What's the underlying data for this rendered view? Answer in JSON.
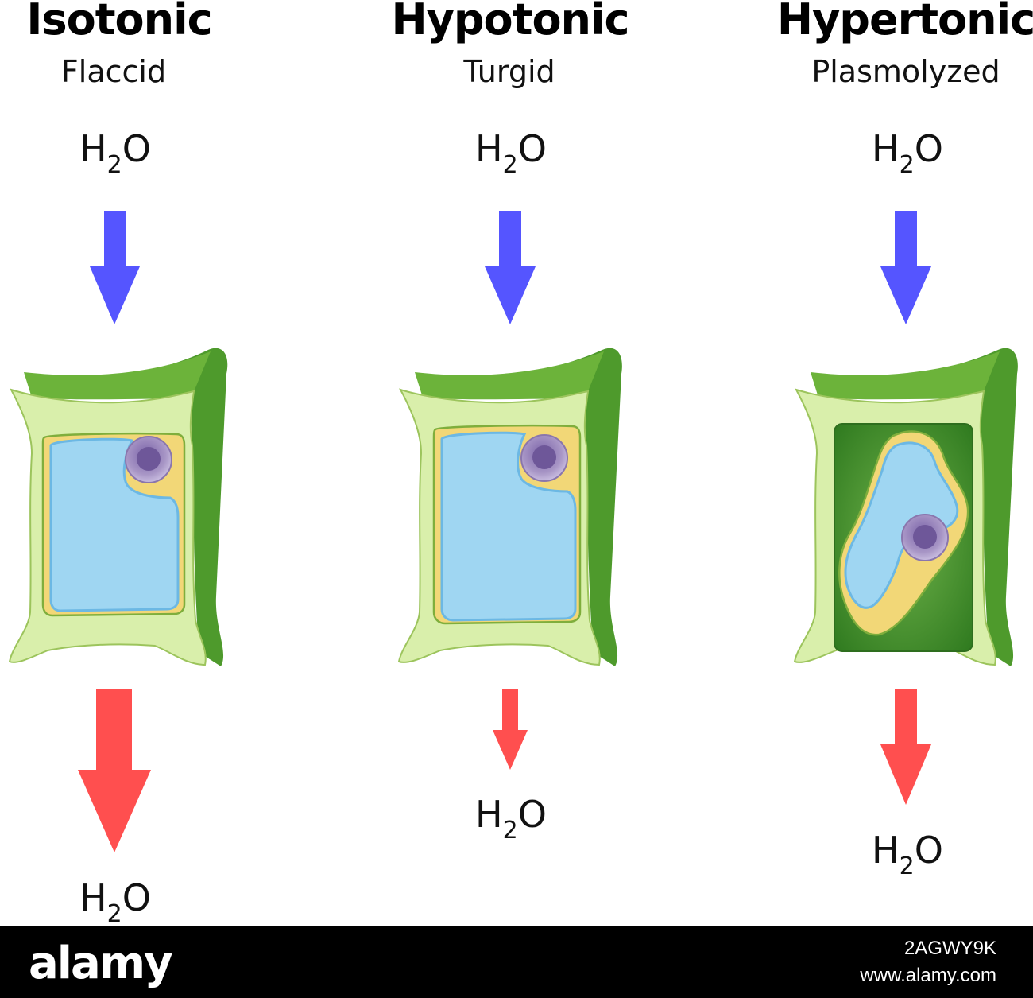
{
  "panels": [
    {
      "title": "Isotonic",
      "subtitle": "Flaccid",
      "water_in": "H2O",
      "water_out": "H2O"
    },
    {
      "title": "Hypotonic",
      "subtitle": "Turgid",
      "water_in": "H2O",
      "water_out": "H2O"
    },
    {
      "title": "Hypertonic",
      "subtitle": "Plasmolyzed",
      "water_in": "H2O",
      "water_out": "H2O"
    }
  ],
  "footer": {
    "brand": "alamy",
    "image_id": "2AGWY9K",
    "site": "www.alamy.com"
  },
  "colors": {
    "arrow_in": "#5555ff",
    "arrow_out": "#ff4f4f",
    "cell_wall_dark": "#4e9a2c",
    "cell_wall_mid": "#6cb33a",
    "cell_wall_light": "#d9efab",
    "vacuole": "#9fd6f2",
    "vacuole_edge": "#6cb8e4",
    "cytoplasm": "#f2d777",
    "nucleus": "#9b85b8",
    "nucleolus": "#6e5799",
    "plasmolyzed_space": "#3f8f2a"
  }
}
